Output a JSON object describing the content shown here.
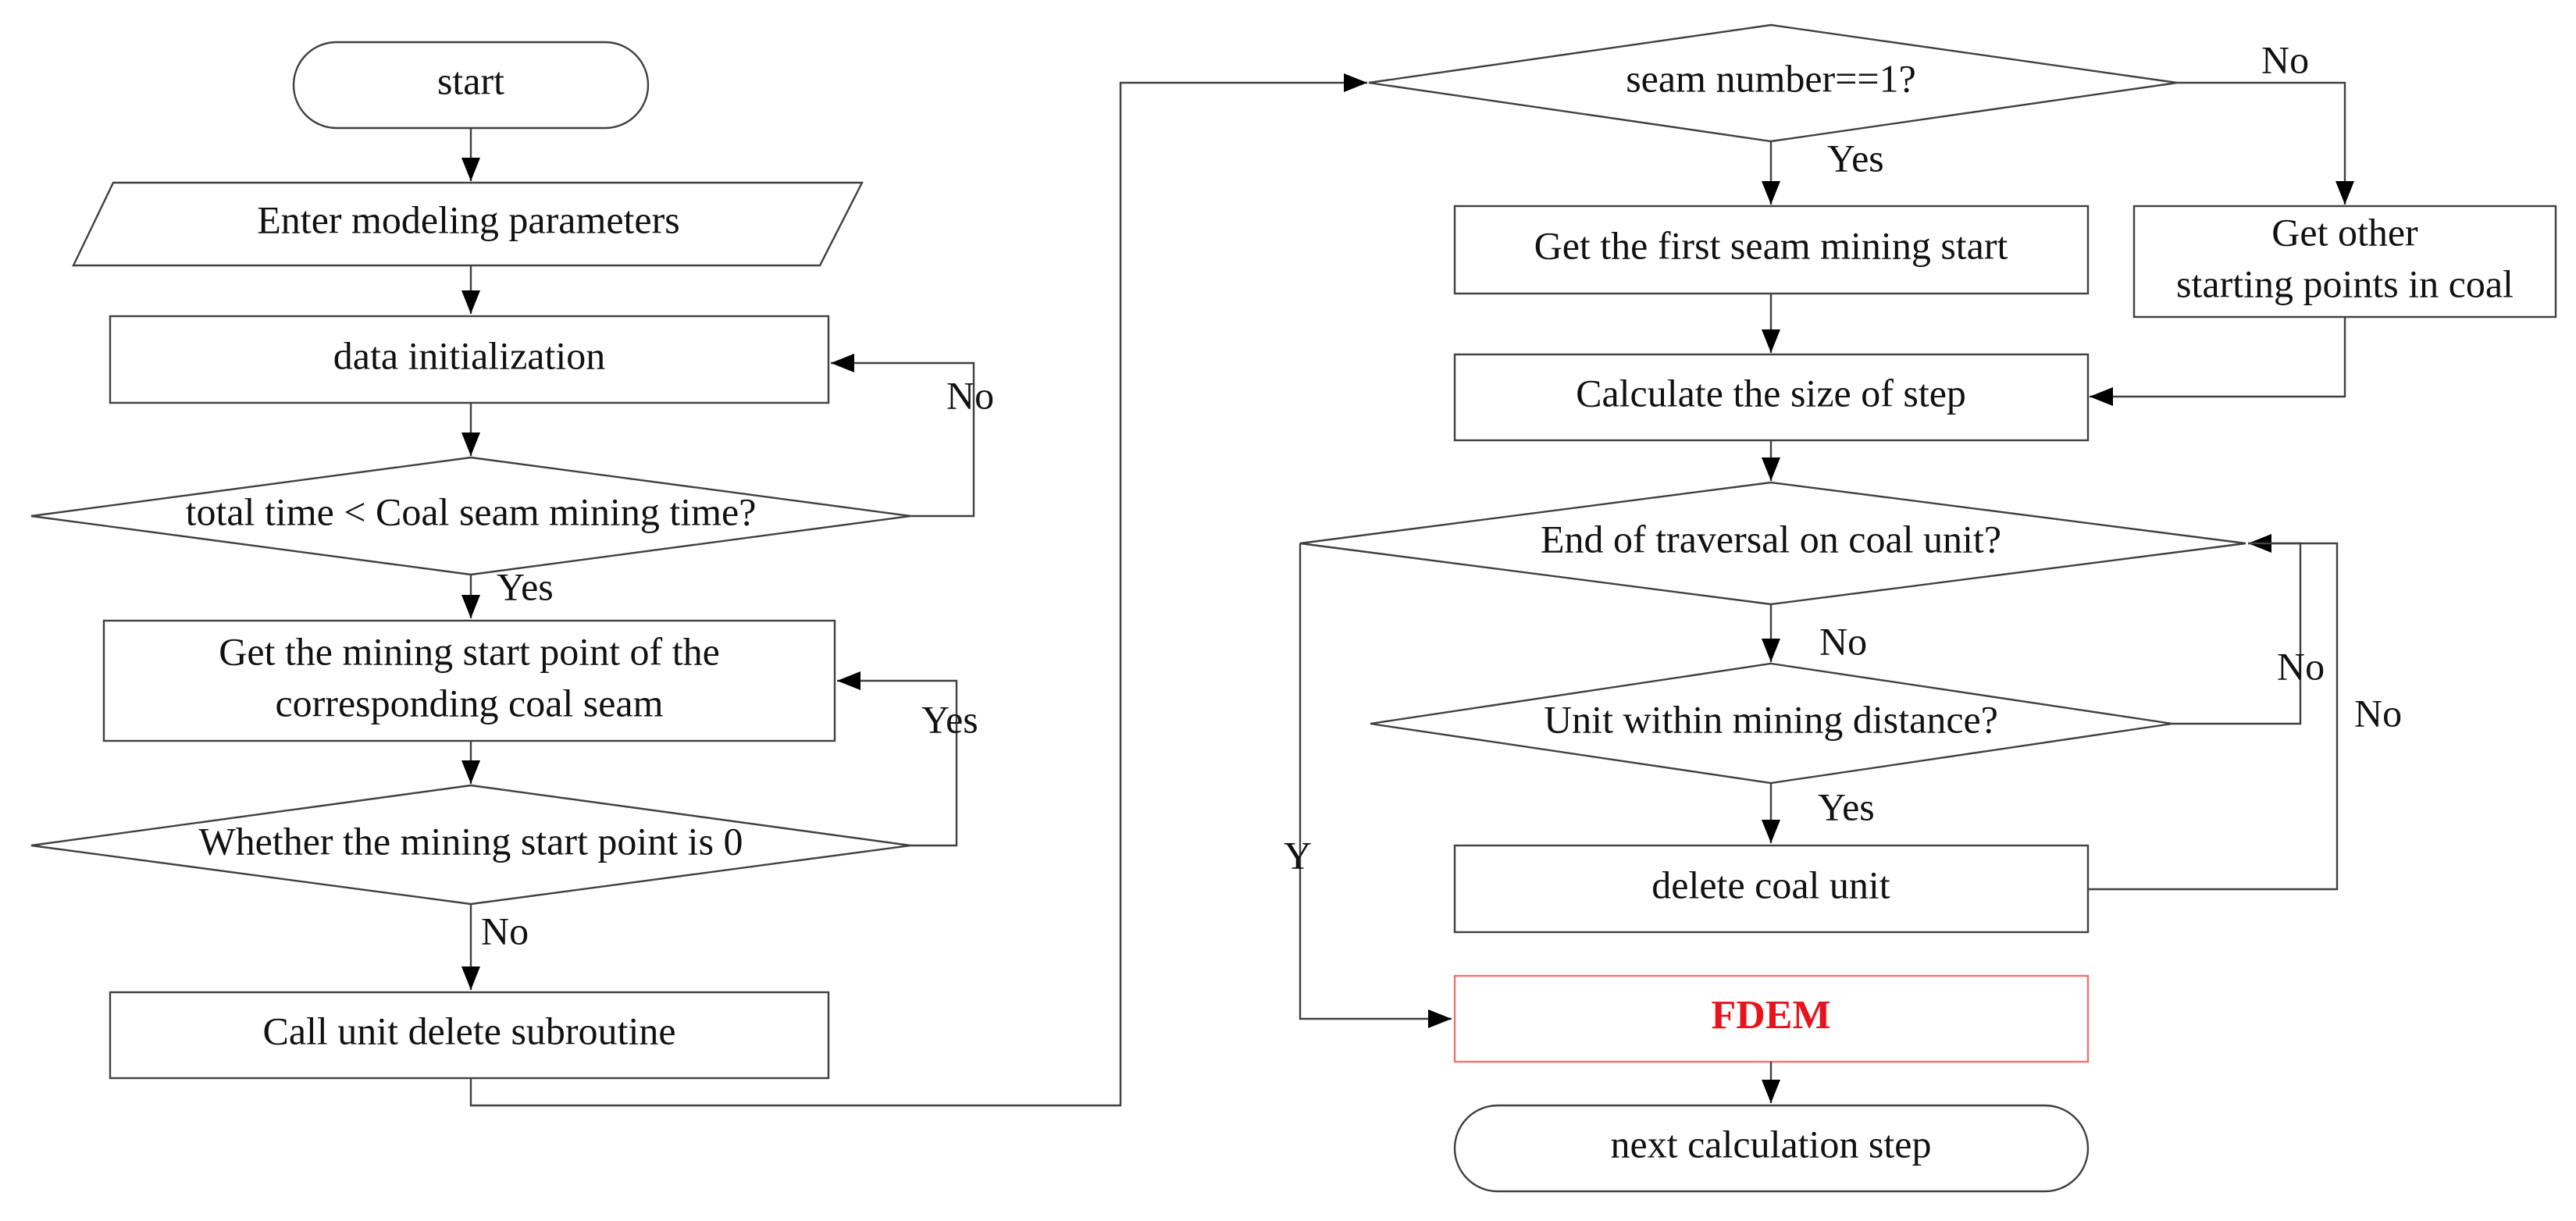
{
  "nodes": {
    "start": "start",
    "enter_params": "Enter modeling parameters",
    "data_init": "data initialization",
    "time_check": "total time < Coal seam mining time?",
    "get_start_line1": "Get the mining start point of the",
    "get_start_line2": "corresponding coal seam",
    "start_zero_check": "Whether the mining start point is 0",
    "call_delete": "Call unit delete subroutine",
    "seam_check": "seam number==1?",
    "first_seam": "Get the first seam mining start",
    "other_line1": "Get other",
    "other_line2": "starting points in coal",
    "calc_step": "Calculate the size of step",
    "traversal_check": "End of traversal on coal unit?",
    "distance_check": "Unit within mining distance?",
    "delete_unit": "delete coal unit",
    "fdem": "FDEM",
    "next_step": "next calculation step"
  },
  "edge_labels": {
    "time_no": "No",
    "time_yes": "Yes",
    "zero_yes": "Yes",
    "zero_no": "No",
    "seam_no": "No",
    "seam_yes": "Yes",
    "traversal_no": "No",
    "traversal_y": "Y",
    "distance_no": "No",
    "distance_yes": "Yes",
    "delete_loop_no": "No"
  },
  "colors": {
    "line": "#404040",
    "highlight_text": "#e8141c",
    "highlight_border": "#f07070"
  }
}
